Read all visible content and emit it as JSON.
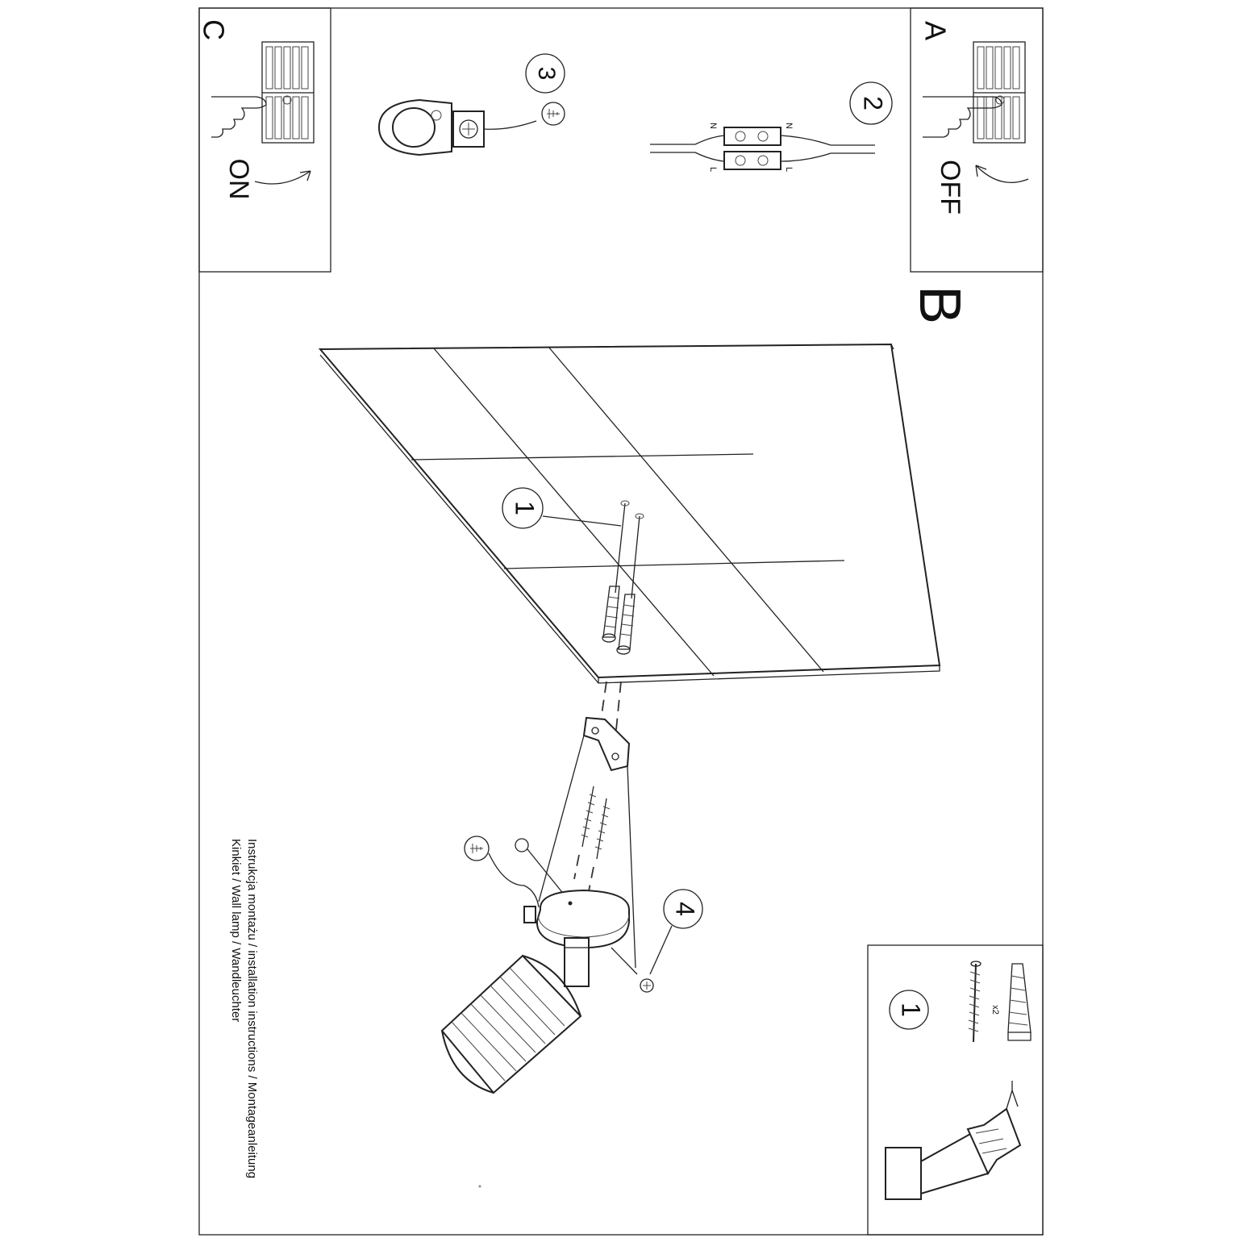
{
  "panels": {
    "a": {
      "letter": "A",
      "state": "OFF"
    },
    "b": {
      "letter": "B"
    },
    "c": {
      "letter": "C",
      "state": "ON"
    }
  },
  "steps": {
    "s1": "1",
    "s2": "2",
    "s3": "3",
    "s4": "4",
    "kit": "1"
  },
  "terminal_marks": {
    "n": "N",
    "l": "L"
  },
  "kit_quantity": "x2",
  "caption": {
    "line1": "Instrukcja montażu / installation instructions / Montageanleitung",
    "line2": "Kinkiet / Wall lamp / Wandleuchter"
  }
}
